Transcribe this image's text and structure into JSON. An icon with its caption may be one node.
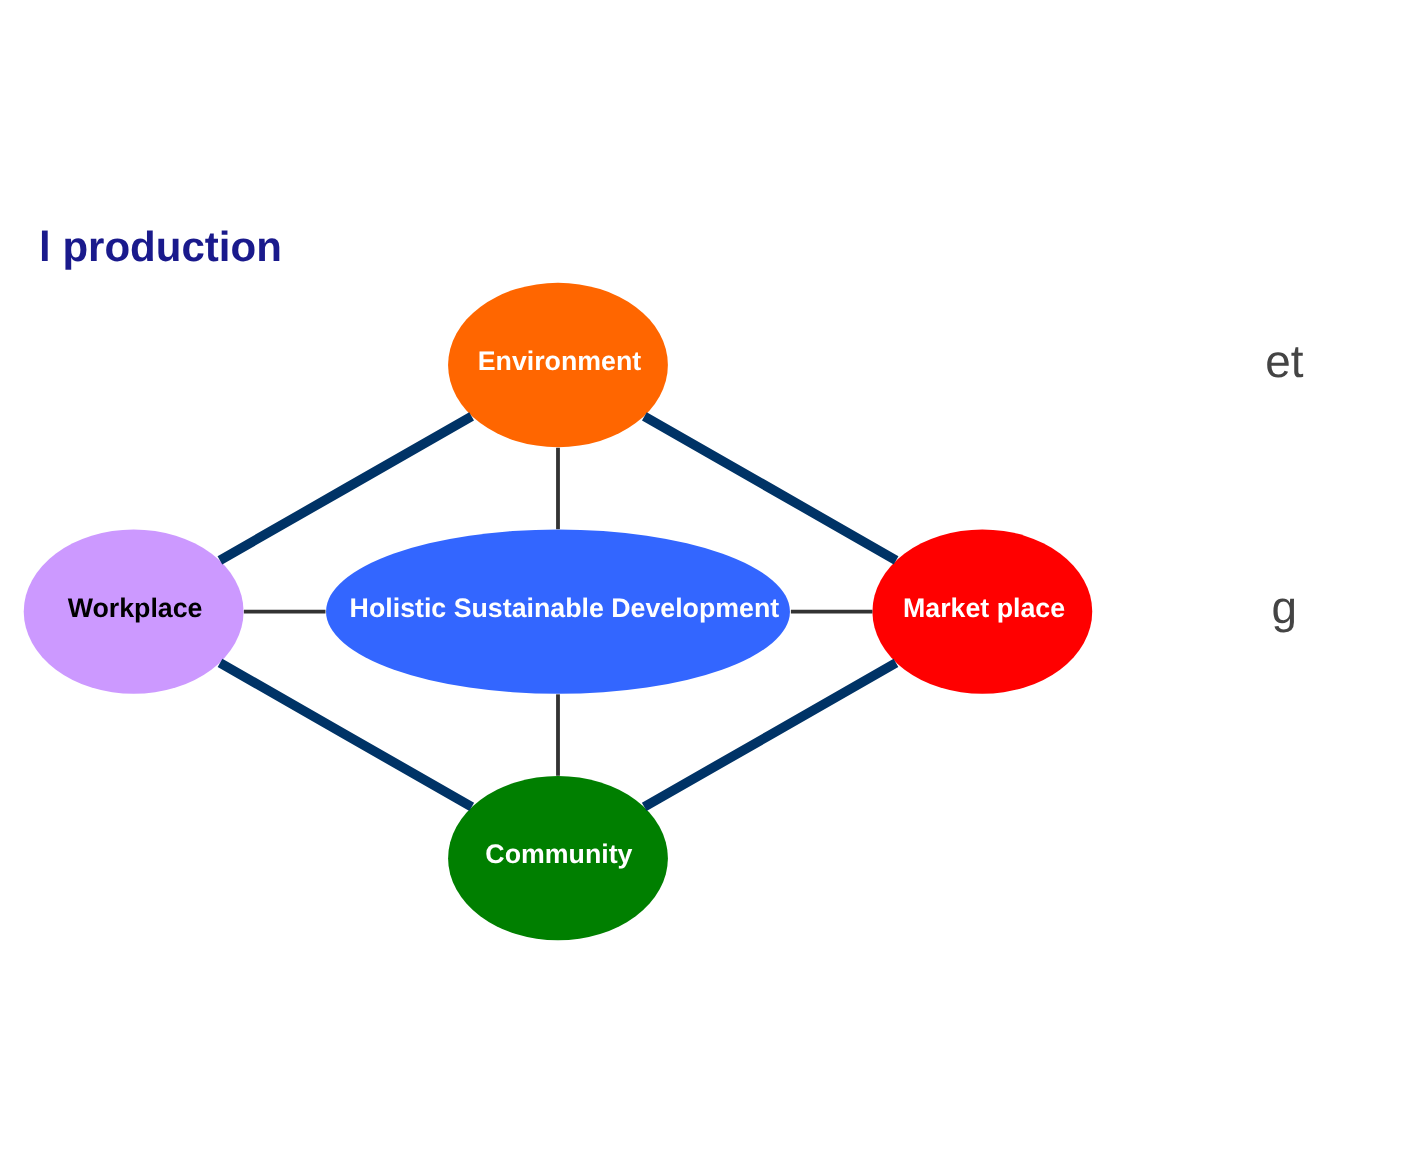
{
  "diagram": {
    "title": "l production",
    "nodes": [
      {
        "text": [
          "Environment"
        ]
      },
      {
        "text": [
          "Workplace"
        ]
      },
      {
        "text": [
          "Holistic Sustainable Development"
        ]
      },
      {
        "text": [
          "Market place"
        ]
      },
      {
        "text": [
          "Community"
        ]
      }
    ],
    "edges": [
      {
        "from": 0,
        "to": 3,
        "arrow": "none",
        "style": "thick",
        "color": "#003366"
      },
      {
        "from": 3,
        "to": 4,
        "arrow": "none",
        "style": "thick",
        "color": "#003366"
      },
      {
        "from": 4,
        "to": 1,
        "arrow": "none",
        "style": "thick",
        "color": "#003366"
      },
      {
        "from": 1,
        "to": 0,
        "arrow": "none",
        "style": "thick",
        "color": "#003366"
      },
      {
        "from": 0,
        "to": 2,
        "arrow": "none",
        "color": "#333333"
      },
      {
        "from": 1,
        "to": 2,
        "arrow": "none",
        "color": "#333333"
      },
      {
        "from": 2,
        "to": 3,
        "arrow": "none",
        "color": "#333333"
      },
      {
        "from": 2,
        "to": 4,
        "arrow": "none",
        "color": "#333333"
      }
    ],
    "labels": [
      "et",
      "g"
    ]
  }
}
